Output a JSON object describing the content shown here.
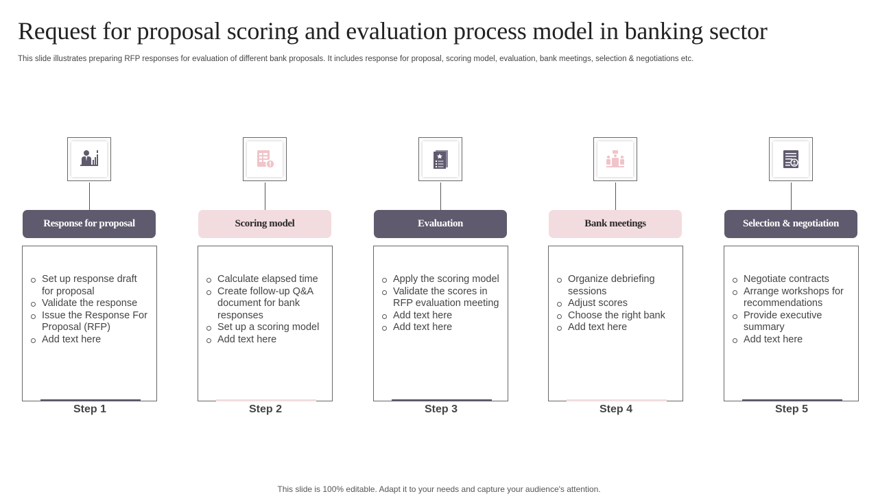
{
  "title": "Request for proposal scoring and evaluation process model in banking sector",
  "subtitle": "This slide illustrates preparing RFP responses for evaluation of different bank proposals. It includes response for proposal, scoring model, evaluation, bank meetings, selection & negotiations etc.",
  "colors": {
    "dark": "#5f5a6d",
    "light": "#f3dcdf",
    "icon_pink": "#f0c4c9"
  },
  "steps": [
    {
      "heading": "Response for proposal",
      "icon": "businessman-presentation-icon",
      "items": [
        "Set up response draft for proposal",
        "Validate the response",
        "Issue the Response For Proposal (RFP)",
        "Add text here"
      ],
      "step_label": "Step 1"
    },
    {
      "heading": "Scoring model",
      "icon": "document-scoring-icon",
      "items": [
        "Calculate elapsed time",
        "Create follow-up Q&A document for bank responses",
        "Set up a scoring model",
        "Add text here"
      ],
      "step_label": "Step 2"
    },
    {
      "heading": "Evaluation",
      "icon": "evaluation-checklist-icon",
      "items": [
        "Apply the scoring model",
        "Validate the scores in RFP evaluation meeting",
        "Add text here",
        "Add text here"
      ],
      "step_label": "Step 3"
    },
    {
      "heading": "Bank meetings",
      "icon": "meeting-table-icon",
      "items": [
        "Organize debriefing sessions",
        "Adjust scores",
        "Choose the right bank",
        "Add text here"
      ],
      "step_label": "Step 4"
    },
    {
      "heading": "Selection & negotiation",
      "icon": "profile-document-search-icon",
      "items": [
        "Negotiate contracts",
        "Arrange workshops for recommendations",
        "Provide executive summary",
        "Add text here"
      ],
      "step_label": "Step 5"
    }
  ],
  "footer": "This slide is 100% editable. Adapt it to your needs and capture your audience's attention."
}
